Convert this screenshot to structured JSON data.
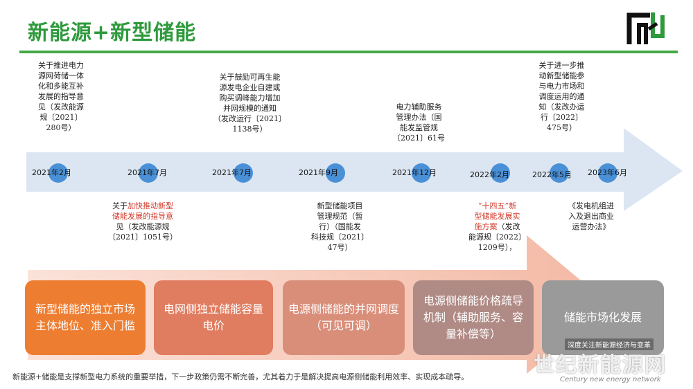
{
  "title": "新能源+新型储能",
  "logo": {
    "icon": "company-logo"
  },
  "colors": {
    "title_green": "#2e9a3c",
    "arrow_blue": "#dce6f2",
    "dot_blue": "#4a90d6",
    "red_text": "#d0392b"
  },
  "timeline": {
    "dates": [
      "2021年2月",
      "2021年7月",
      "2021年7月",
      "2021年9月",
      "2021年12月",
      "2022年2月",
      "2022年5月",
      "2023年6月"
    ],
    "top_notes": [
      [
        "关于推进电力",
        "源网荷储一体",
        "化和多能互补",
        "发展的指导意",
        "见（发改能源",
        "规〔2021〕",
        "280号）"
      ],
      [
        "关于鼓励可再生能",
        "源发电企业自建或",
        "购买调峰能力增加",
        "并网规模的通知",
        "（发改运行〔2021〕",
        "1138号）"
      ],
      [
        "电力辅助服务",
        "管理办法（国",
        "能发监管规",
        "〔2021〕61号"
      ],
      [
        "关于进一步推",
        "动新型储能参",
        "与电力市场和",
        "调度运用的通",
        "知（发改办运",
        "行〔2022〕",
        "475号）"
      ]
    ],
    "bottom_notes": {
      "n1_prefix": "关于",
      "n1_red1": "加快推动新型",
      "n1_red2": "储能发展的指导意",
      "n1_line3": "见（发改能源规",
      "n1_line4": "〔2021〕1051号）",
      "n2": [
        "新型储能项目",
        "管理规范（暂",
        "行）（国能发",
        "科技规〔2021〕",
        "47号）"
      ],
      "n3_red1": "“十四五”新",
      "n3_red2": "型储能发展实",
      "n3_red3": "施方案",
      "n3_tail1": "（发改",
      "n3_line4": "能源规〔2022〕",
      "n3_line5": "1209号），",
      "n4": [
        "《发电机组进",
        "入及退出商业",
        "运营办法》"
      ]
    }
  },
  "stages": [
    {
      "label": "新型储能的独立市场主体地位、准入门槛",
      "color": "#ed7d31"
    },
    {
      "label": "电网侧独立储能容量电价",
      "color": "#e07c5f"
    },
    {
      "label": "电源侧储能的并网调度（可见可调）",
      "color": "#d98e7a"
    },
    {
      "label": "电源侧储能价格疏导机制（辅助服务、容量补偿等）",
      "color": "#b08a85"
    },
    {
      "label": "储能市场化发展",
      "color": "#9a9a9a"
    }
  ],
  "footer": "新能源+储能是支撑新型电力系统的重要举措，下一步政策仍需不断完善，尤其着力于是解决提高电源侧储能利用效率、实现成本疏导。",
  "watermark": {
    "tag": "深度关注新能源经济与变革",
    "site": "世纪新能源网",
    "site_en": "Century new energy network"
  }
}
